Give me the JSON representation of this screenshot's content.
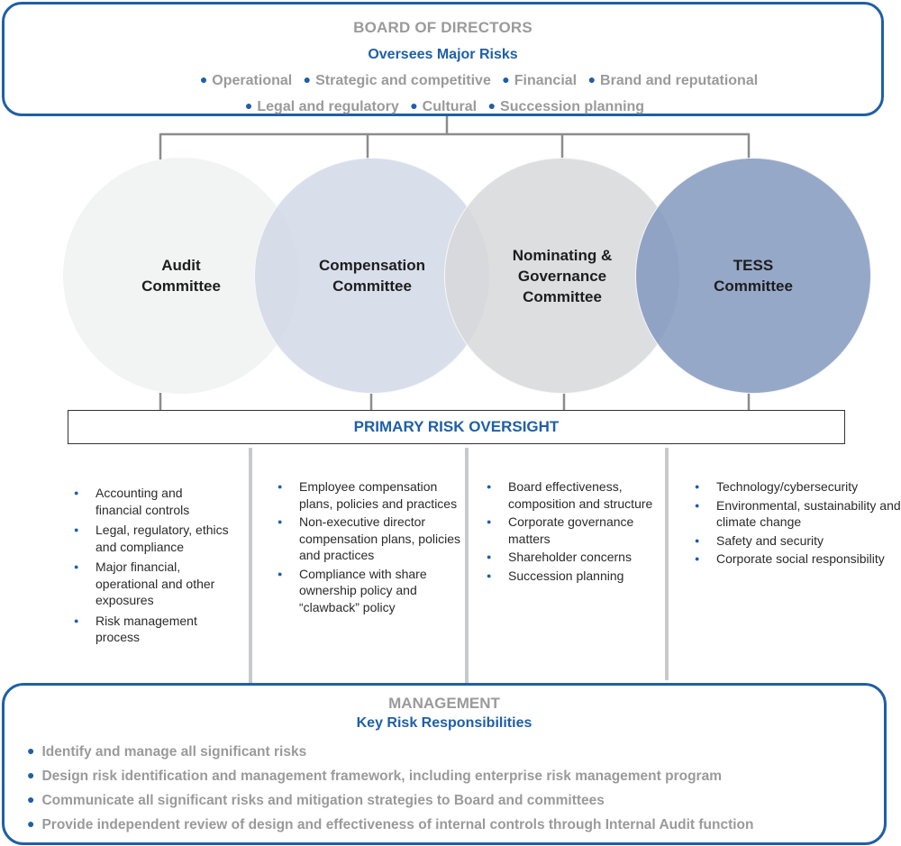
{
  "board": {
    "title": "BOARD OF DIRECTORS",
    "subtitle": "Oversees  Major Risks",
    "risks_row1": [
      "Operational",
      "Strategic and competitive",
      "Financial",
      "Brand and reputational"
    ],
    "risks_row2": [
      "Legal and regulatory",
      "Cultural",
      "Succession planning"
    ]
  },
  "committees": [
    {
      "name": "Audit\nCommittee",
      "color": "#f1f2f2"
    },
    {
      "name": "Compensation\nCommittee",
      "color": "#d0d6e6"
    },
    {
      "name": "Nominating &\nGovernance\nCommittee",
      "color": "#d7d8da"
    },
    {
      "name": "TESS\nCommittee",
      "color": "#8499be"
    }
  ],
  "primary_oversight": {
    "label": "PRIMARY RISK OVERSIGHT",
    "columns": [
      {
        "committee": "Audit Committee",
        "items": [
          "Accounting and financial controls",
          "Legal, regulatory, ethics and compliance",
          "Major financial, operational and other exposures",
          "Risk management process"
        ]
      },
      {
        "committee": "Compensation Committee",
        "items": [
          "Employee compensation plans, policies and practices",
          "Non-executive director compensation plans, policies and practices",
          "Compliance with share ownership policy and “clawback” policy"
        ]
      },
      {
        "committee": "Nominating & Governance Committee",
        "items": [
          "Board effectiveness, composition and structure",
          "Corporate governance matters",
          "Shareholder concerns",
          "Succession planning"
        ]
      },
      {
        "committee": "TESS Committee",
        "items": [
          "Technology/cybersecurity",
          "Environmental, sustainability and climate change",
          "Safety and security",
          "Corporate social responsibility"
        ]
      }
    ]
  },
  "management": {
    "title": "MANAGEMENT",
    "subtitle": "Key Risk Responsibilities",
    "items": [
      "Identify and manage all significant risks",
      "Design risk identification and management framework, including enterprise risk management program",
      "Communicate all significant risks and mitigation strategies to Board and committees",
      "Provide independent review of design and effectiveness of internal controls through Internal Audit function"
    ]
  },
  "colors": {
    "accent_blue": "#1f5fa6",
    "muted_gray_text": "#9a9a9a",
    "connector_gray": "#8c8c8c"
  }
}
